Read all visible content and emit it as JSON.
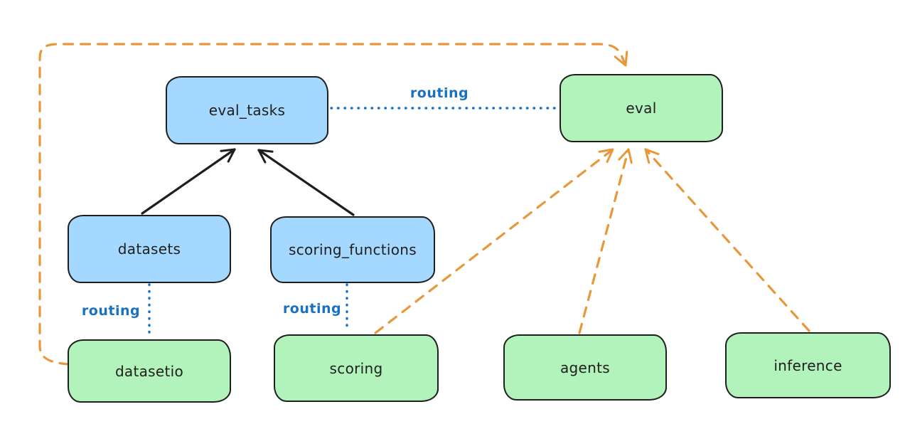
{
  "diagram": {
    "background": "#ffffff",
    "colors": {
      "api_fill_blue": "#a5d8ff",
      "provider_fill_green": "#b2f2bb",
      "stroke_black": "#1e1e1e",
      "routing_blue": "#1971c2",
      "provider_orange": "#e8973a"
    },
    "nodes": {
      "eval_tasks": {
        "label": "eval_tasks",
        "fill": "#a5d8ff"
      },
      "eval": {
        "label": "eval",
        "fill": "#b2f2bb"
      },
      "datasets": {
        "label": "datasets",
        "fill": "#a5d8ff"
      },
      "scoring_functions": {
        "label": "scoring_functions",
        "fill": "#a5d8ff"
      },
      "datasetio": {
        "label": "datasetio",
        "fill": "#b2f2bb"
      },
      "scoring": {
        "label": "scoring",
        "fill": "#b2f2bb"
      },
      "agents": {
        "label": "agents",
        "fill": "#b2f2bb"
      },
      "inference": {
        "label": "inference",
        "fill": "#b2f2bb"
      }
    },
    "edge_labels": {
      "eval_tasks_to_eval": "routing",
      "datasets_to_datasetio": "routing",
      "scoring_functions_to_scoring": "routing"
    },
    "edges": [
      {
        "from": "datasets",
        "to": "eval_tasks",
        "style": "solid",
        "color": "#1e1e1e",
        "arrowhead": true
      },
      {
        "from": "scoring_functions",
        "to": "eval_tasks",
        "style": "solid",
        "color": "#1e1e1e",
        "arrowhead": true
      },
      {
        "from": "eval_tasks",
        "to": "eval",
        "style": "dotted",
        "color": "#1971c2",
        "label": "routing"
      },
      {
        "from": "datasets",
        "to": "datasetio",
        "style": "dotted",
        "color": "#1971c2",
        "label": "routing"
      },
      {
        "from": "scoring_functions",
        "to": "scoring",
        "style": "dotted",
        "color": "#1971c2",
        "label": "routing"
      },
      {
        "from": "datasetio",
        "to": "eval",
        "style": "dashed",
        "color": "#e8973a",
        "arrowhead": true,
        "route": "around-left-and-top"
      },
      {
        "from": "scoring",
        "to": "eval",
        "style": "dashed",
        "color": "#e8973a",
        "arrowhead": true
      },
      {
        "from": "agents",
        "to": "eval",
        "style": "dashed",
        "color": "#e8973a",
        "arrowhead": true
      },
      {
        "from": "inference",
        "to": "eval",
        "style": "dashed",
        "color": "#e8973a",
        "arrowhead": true
      }
    ]
  }
}
